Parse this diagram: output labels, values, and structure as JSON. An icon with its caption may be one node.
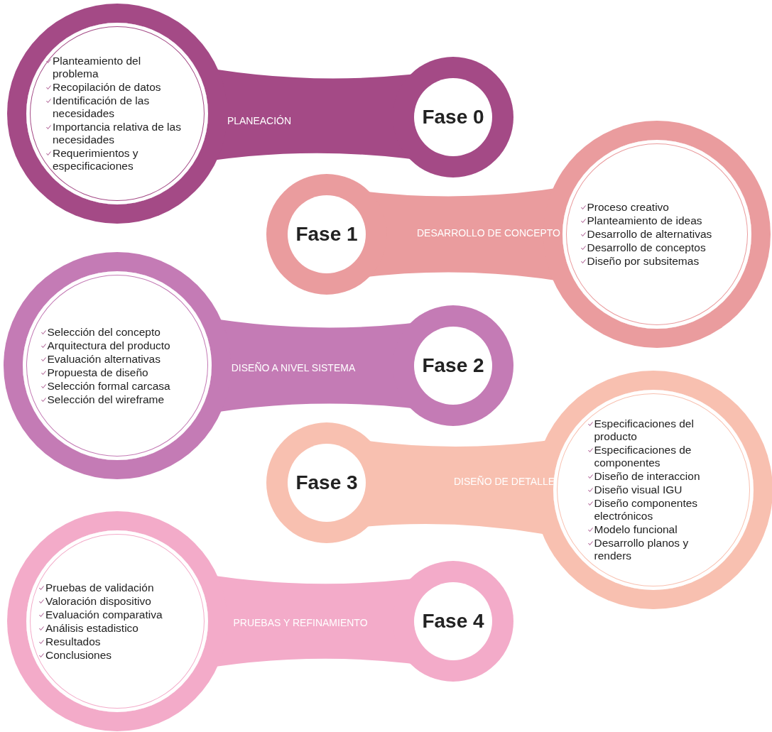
{
  "diagram": {
    "nodes": [
      {
        "text": [
          "PLANEACIÓN"
        ]
      },
      {
        "text": [
          "Planteamiento del problema",
          "Recopilación de datos",
          "Identificación de las necesidades",
          "Importancia relativa de las necesidades",
          "Requerimientos y especificaciones"
        ],
        "in": 0
      },
      {
        "text": [
          "Fase 0"
        ],
        "in": 0
      },
      {
        "text": [
          "DESARROLLO DE CONCEPTO"
        ]
      },
      {
        "text": [
          "Fase 1"
        ],
        "in": 3
      },
      {
        "text": [
          "Proceso creativo",
          "Planteamiento de ideas",
          "Desarrollo de alternativas",
          "Desarrollo de conceptos",
          "Diseño por subsitemas"
        ],
        "in": 3
      },
      {
        "text": [
          "DISEÑO A NIVEL SISTEMA"
        ]
      },
      {
        "text": [
          "Selección del concepto",
          "Arquitectura del producto",
          "Evaluación alternativas",
          "Propuesta de diseño",
          "Selección formal carcasa",
          "Selección del wireframe"
        ],
        "in": 6
      },
      {
        "text": [
          "Fase 2"
        ],
        "in": 6
      },
      {
        "text": [
          "DISEÑO DE DETALLE"
        ]
      },
      {
        "text": [
          "Fase 3"
        ],
        "in": 9
      },
      {
        "text": [
          "Especificaciones del producto",
          "Especificaciones de componentes",
          "Diseño de interaccion",
          "Diseño visual IGU",
          "Diseño componentes electrónicos",
          "Modelo funcional",
          "Desarrollo planos y renders"
        ],
        "in": 9
      },
      {
        "text": [
          "PRUEBAS Y REFINAMIENTO"
        ]
      },
      {
        "text": [
          "Pruebas de validación",
          "Valoración dispositivo",
          "Evaluación comparativa",
          "Análisis estadistico",
          "Resultados",
          "Conclusiones"
        ],
        "in": 12
      },
      {
        "text": [
          "Fase 4"
        ],
        "in": 12
      }
    ]
  }
}
